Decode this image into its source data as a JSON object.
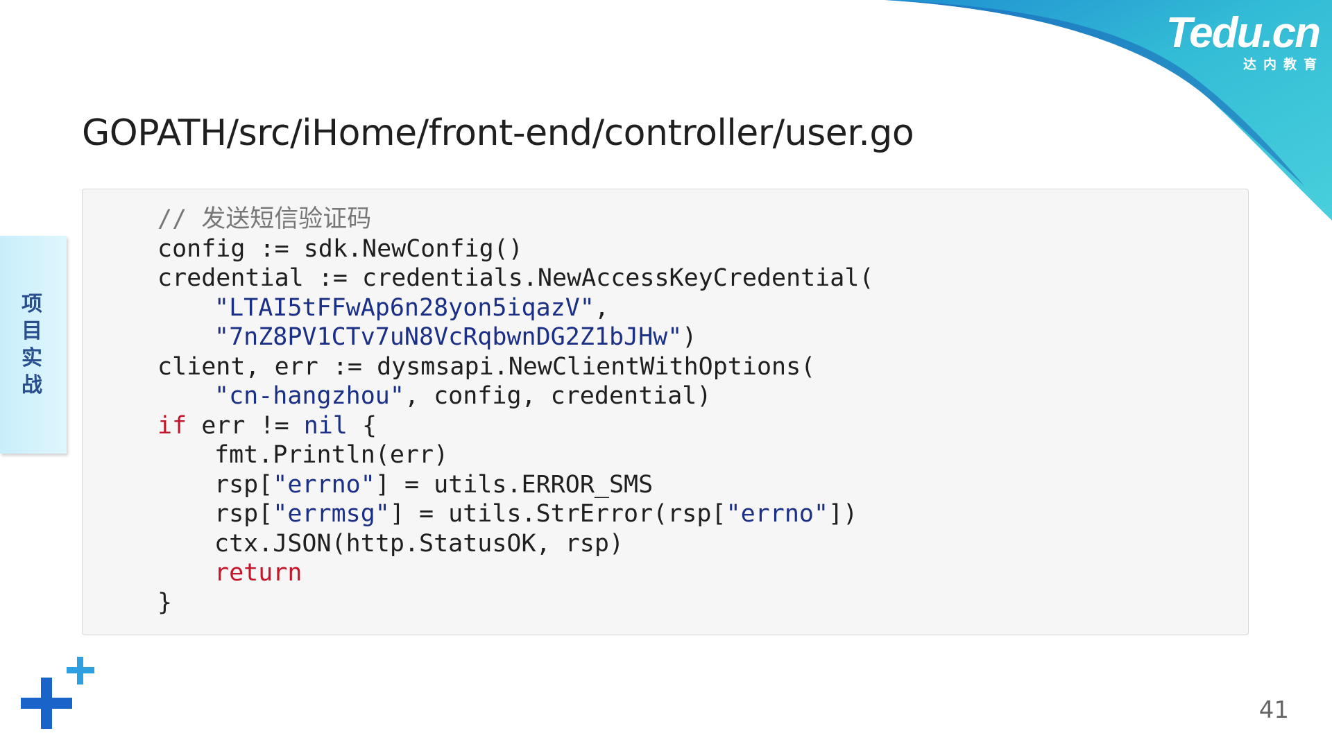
{
  "slide": {
    "title": "GOPATH/src/iHome/front-end/controller/user.go",
    "page_number": "41"
  },
  "logo": {
    "main": "Tedu.cn",
    "sub": "达内教育"
  },
  "side_tab": {
    "chars": [
      "项",
      "目",
      "实",
      "战"
    ]
  },
  "code": {
    "l1": "// 发送短信验证码",
    "l2": "config := sdk.NewConfig()",
    "l3": "credential := credentials.NewAccessKeyCredential(",
    "l4_str": "\"LTAI5tFFwAp6n28yon5iqazV\"",
    "l4_rest": ",",
    "l5_str": "\"7nZ8PV1CTv7uN8VcRqbwnDG2Z1bJHw\"",
    "l5_rest": ")",
    "l6": "client, err := dysmsapi.NewClientWithOptions(",
    "l7_str": "\"cn-hangzhou\"",
    "l7_rest": ", config, credential)",
    "l8_kw": "if",
    "l8_mid": " err != ",
    "l8_nil": "nil",
    "l8_rest": " {",
    "l9": "fmt.Println(err)",
    "l10_a": "rsp[",
    "l10_str": "\"errno\"",
    "l10_b": "] = utils.ERROR_SMS",
    "l11_a": "rsp[",
    "l11_str": "\"errmsg\"",
    "l11_b": "] = utils.StrError(rsp[",
    "l11_str2": "\"errno\"",
    "l11_c": "])",
    "l12": "ctx.JSON(http.StatusOK, rsp)",
    "l13_kw": "return",
    "l14": "}"
  },
  "colors": {
    "swoosh_cyan": "#3ec6d8",
    "swoosh_blue": "#1b72c4",
    "keyword_red": "#c4162a",
    "string_blue": "#1a2f86"
  }
}
